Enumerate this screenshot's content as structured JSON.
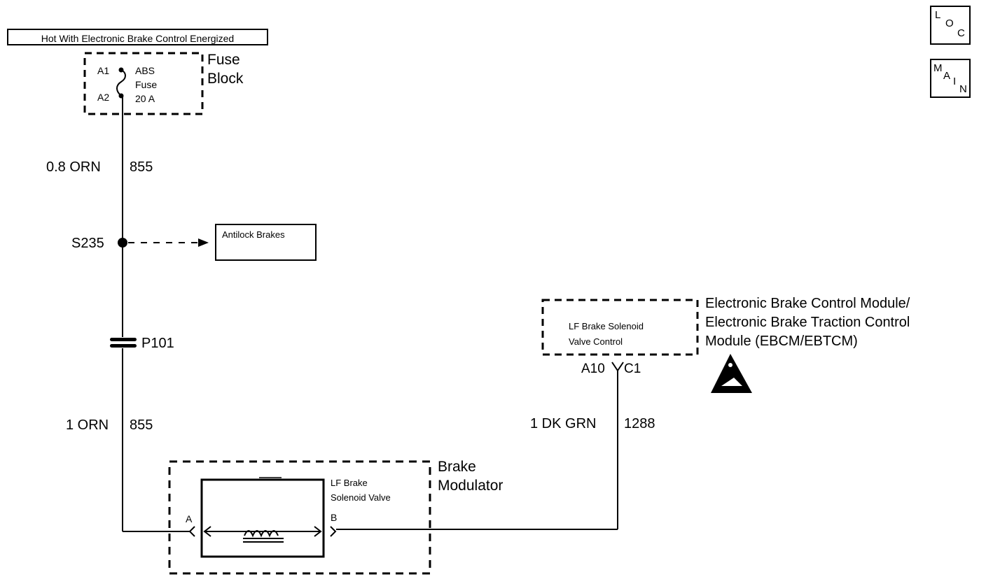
{
  "header": {
    "energized_label": "Hot With Electronic Brake Control Energized"
  },
  "fuse_block": {
    "title_line1": "Fuse",
    "title_line2": "Block",
    "pin_a1": "A1",
    "pin_a2": "A2",
    "fuse_line1": "ABS",
    "fuse_line2": "Fuse",
    "fuse_line3": "20 A"
  },
  "wire_upper": {
    "gauge_color": "0.8 ORN",
    "circuit": "855"
  },
  "splice": {
    "id": "S235"
  },
  "antilock_box": {
    "label": "Antilock Brakes"
  },
  "connector": {
    "id": "P101"
  },
  "wire_lower": {
    "gauge_color": "1 ORN",
    "circuit": "855"
  },
  "modulator": {
    "title_line1": "Brake",
    "title_line2": "Modulator",
    "valve_line1": "LF Brake",
    "valve_line2": "Solenoid Valve",
    "pin_a": "A",
    "pin_b": "B"
  },
  "ebcm": {
    "title_line1": "Electronic Brake Control Module/",
    "title_line2": "Electronic Brake Traction Control",
    "title_line3": "Module (EBCM/EBTCM)",
    "inner_line1": "LF Brake Solenoid",
    "inner_line2": "Valve Control",
    "pin": "A10",
    "connector": "C1"
  },
  "wire_ebcm": {
    "gauge_color": "1 DK GRN",
    "circuit": "1288"
  },
  "nav": {
    "loc": {
      "l1": "L",
      "l2": "O",
      "l3": "C"
    },
    "main": {
      "l1": "M",
      "l2": "A",
      "l3": "I",
      "l4": "N"
    }
  }
}
